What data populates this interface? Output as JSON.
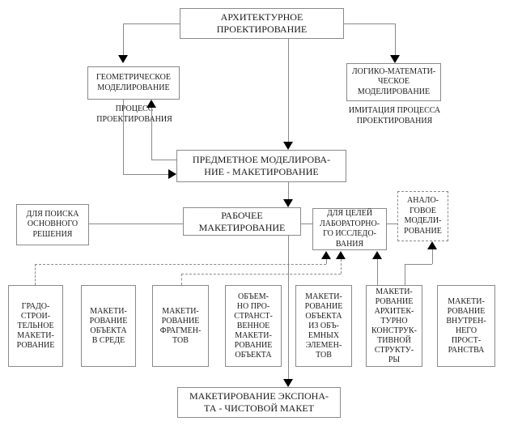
{
  "diagram": {
    "colors": {
      "line": "#8a8a8a",
      "arrow": "#000000",
      "text": "#1b1b1b",
      "background": "#ffffff"
    },
    "nodes": {
      "architectural_design": "АРХИТЕКТУРНОЕ\nПРОЕКТИРОВАНИЕ",
      "geometric_modeling": "ГЕОМЕТРИЧЕСКОЕ\nМОДЕЛИРОВАНИЕ",
      "logical_mathematical_modeling": "ЛОГИКО-МАТЕМАТИ-\nЧЕСКОЕ\nМОДЕЛИРОВАНИЕ",
      "design_process_label": "ПРОЦЕСС\nПРОЕКТИРОВАНИЯ",
      "design_process_imitation_label": "ИМИТАЦИЯ ПРОЦЕССА\nПРОЕКТИРОВАНИЯ",
      "subject_modeling": "ПРЕДМЕТНОЕ МОДЕЛИРОВА-\nНИЕ - МАКЕТИРОВАНИЕ",
      "for_main_solution_search": "ДЛЯ ПОИСКА\nОСНОВНОГО\nРЕШЕНИЯ",
      "working_modeling": "РАБОЧЕЕ\nМАКЕТИРОВАНИЕ",
      "for_lab_research": "ДЛЯ ЦЕЛЕЙ\nЛАБОРАТОРНО-\nГО ИССЛЕДО-\nВАНИЯ",
      "analog_modeling": "АНАЛО-\nГОВОЕ\nМОДЕЛИ-\nРОВАНИЕ",
      "urban_planning_modeling": "ГРАДО-\nСТРОИ-\nТЕЛЬНОЕ\nМАКЕТИ-\nРОВАНИЕ",
      "object_in_environment_modeling": "МАКЕТИ-\nРОВАНИЕ\nОБЪЕКТА\nВ СРЕДЕ",
      "fragments_modeling": "МАКЕТИ-\nРОВАНИЕ\nФРАГМЕН-\nТОВ",
      "volumetric_spatial_modeling": "ОБЪЕМ-\nНО ПРО-\nСТРАНСТ-\nВЕННОЕ\nМАКЕТИ-\nРОВАНИЕ\nОБЪЕКТА",
      "object_from_volumetric_elements": "МАКЕТИ-\nРОВАНИЕ\nОБЪЕКТА\nИЗ ОБЪ-\nЕМНЫХ\nЭЛЕМЕН-\nТОВ",
      "architectural_constructive_structure": "МАКЕТИ-\nРОВАНИЕ\nАРХИТЕК-\nТУРНО\nКОНСТРУК-\nТИВНОЙ\nСТРУКТУ-\nРЫ",
      "interior_space_modeling": "МАКЕТИ-\nРОВАНИЕ\nВНУТРЕН-\nНЕГО\nПРОСТ-\nРАНСТВА",
      "exhibit_modeling": "МАКЕТИРОВАНИЕ ЭКСПОНА-\nТА - ЧИСТОВОЙ МАКЕТ"
    }
  }
}
